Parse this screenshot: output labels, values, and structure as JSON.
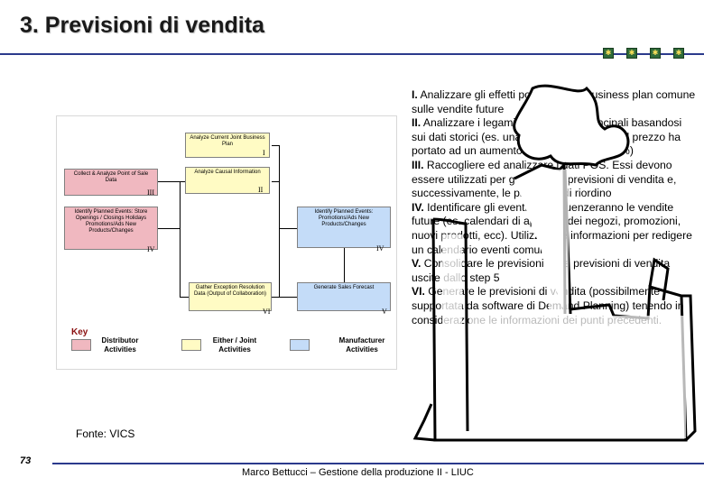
{
  "slide": {
    "title": "3. Previsioni di vendita",
    "page_number": "73",
    "footer": "Marco Bettucci – Gestione della produzione II - LIUC",
    "source": "Fonte: VICS"
  },
  "diagram": {
    "boxes": {
      "analyze_joint_plan": "Analyze Current Joint Business Plan",
      "analyze_causal": "Analyze Causal Information",
      "collect_pos": "Collect & Analyze Point of Sale Data",
      "identify_events_dist": "Identify Planned Events: Store Openings / Closings Holidays Promotions/Ads New Products/Changes",
      "identify_events_manuf": "Identify Planned Events: Promotions/Ads New Products/Changes",
      "gather_exception": "Gather Exception Resolution Data (Output of Collaboration)",
      "generate_forecast": "Generate Sales Forecast"
    },
    "roman": {
      "i": "I",
      "ii": "II",
      "iii": "III",
      "iv_dist": "IV",
      "iv_manuf": "IV",
      "v": "V",
      "vi": "VI"
    },
    "key": {
      "title": "Key",
      "distributor": "Distributor Activities",
      "joint": "Either / Joint Activities",
      "manufacturer": "Manufacturer Activities"
    }
  },
  "text": {
    "p1_num": "I.",
    "p1": " Analizzare gli effetti potenziali del business plan comune sulle vendite future",
    "p2_num": "II.",
    "p2": " Analizzare i legami causa-effetto principali basandosi sui dati storici (es. una riduzione del 10% del prezzo ha portato ad un aumento delle vendite del 15%)",
    "p3_num": "III.",
    "p3": " Raccogliere ed analizzare i dati POS. Essi devono essere utilizzati per generare le previsioni di vendita e, successivamente, le previsioni di riordino",
    "p4_num": "IV.",
    "p4": " Identificare gli eventi che influenzeranno le vendite future (es. calendari di apertura dei negozi, promozioni, nuovi prodotti, ecc). Utilizzare le informazioni per redigere un calendario eventi comune",
    "p5_num": "V.",
    "p5": " Consolidare le previsioni delle previsioni di vendita uscite dallo step 5",
    "p6_num": "VI.",
    "p6": " Generare le previsioni di vendita (possibilmente supportata da software di Demand Planning) tenendo in considerazione le informazioni dei punti precedenti."
  },
  "colors": {
    "distributor": "#f0b8c0",
    "joint": "#fffbc4",
    "manufacturer": "#c4dcf8",
    "accent": "#2b3a8c"
  }
}
